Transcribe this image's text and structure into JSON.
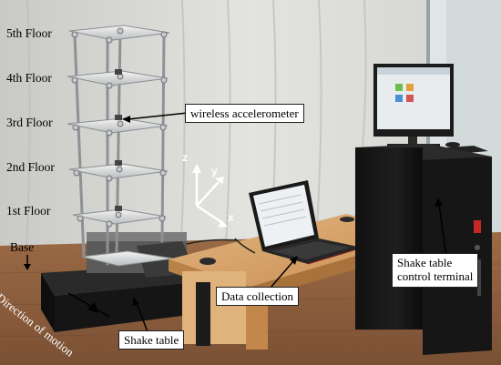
{
  "floors": [
    "5th Floor",
    "4th Floor",
    "3rd Floor",
    "2nd Floor",
    "1st Floor"
  ],
  "base_label": "Base",
  "annotations": {
    "accelerometer": "wireless accelerometer",
    "direction": "Direction of motion",
    "shake_table": "Shake table",
    "data_collection": "Data collection",
    "control_terminal_line1": "Shake table",
    "control_terminal_line2": "control terminal"
  },
  "axes": {
    "z": "z",
    "y": "y",
    "x": "x"
  }
}
